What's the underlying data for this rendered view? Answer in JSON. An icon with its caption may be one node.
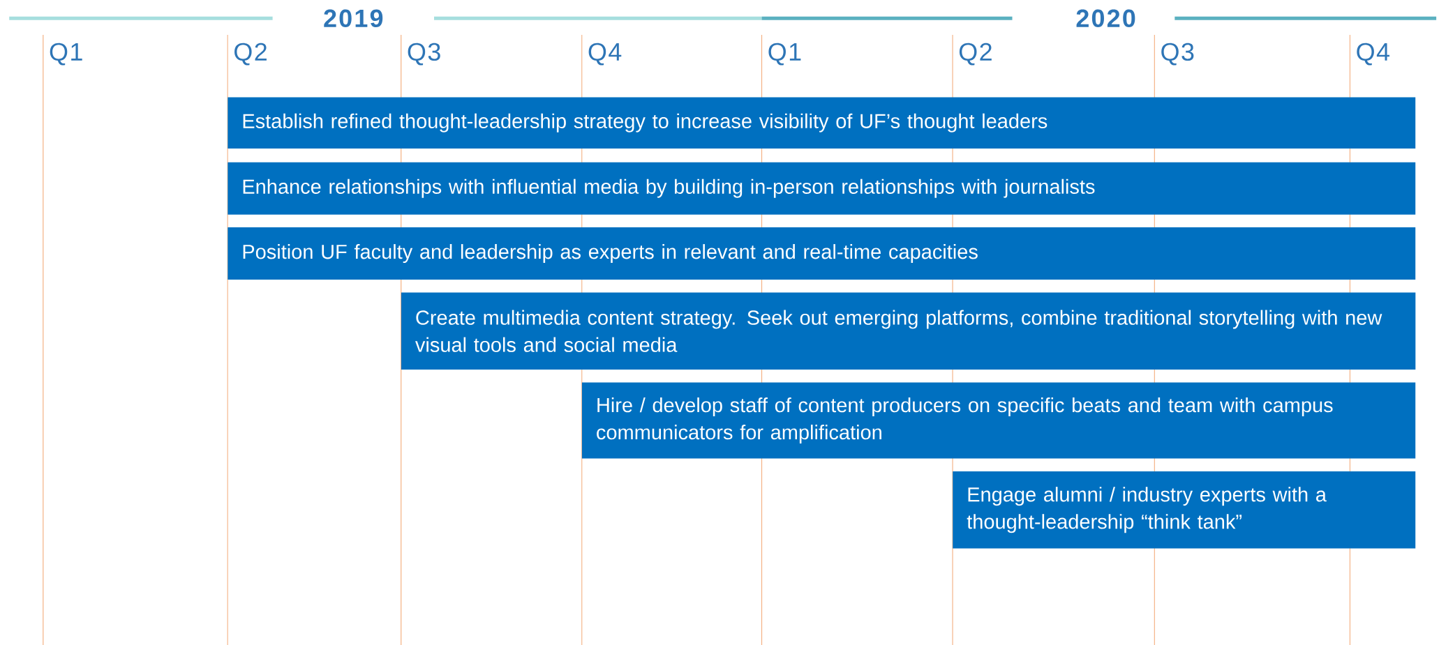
{
  "diagram": {
    "nodes": [
      {
        "text": [
          "Establish refined thought-leadership strategy to increase visibility of UF’s thought leaders"
        ]
      },
      {
        "text": [
          "Enhance relationships with influential media by building in-person relationships with journalists"
        ]
      },
      {
        "text": [
          "Position UF faculty and leadership as experts in relevant and real-time capacities"
        ]
      },
      {
        "text": [
          "Create multimedia content strategy. Seek out emerging platforms, combine traditional storytelling with new visual tools and social media"
        ]
      },
      {
        "text": [
          "Hire / develop staff of content producers on specific beats and team with campus communicators for amplification"
        ]
      },
      {
        "text": [
          "Engage alumni / industry experts with a thought-leadership “think tank”"
        ]
      }
    ],
    "labels": [
      "2019",
      "2020",
      "Q1",
      "Q2",
      "Q3",
      "Q4",
      "Q1",
      "Q2",
      "Q3",
      "Q4"
    ]
  }
}
